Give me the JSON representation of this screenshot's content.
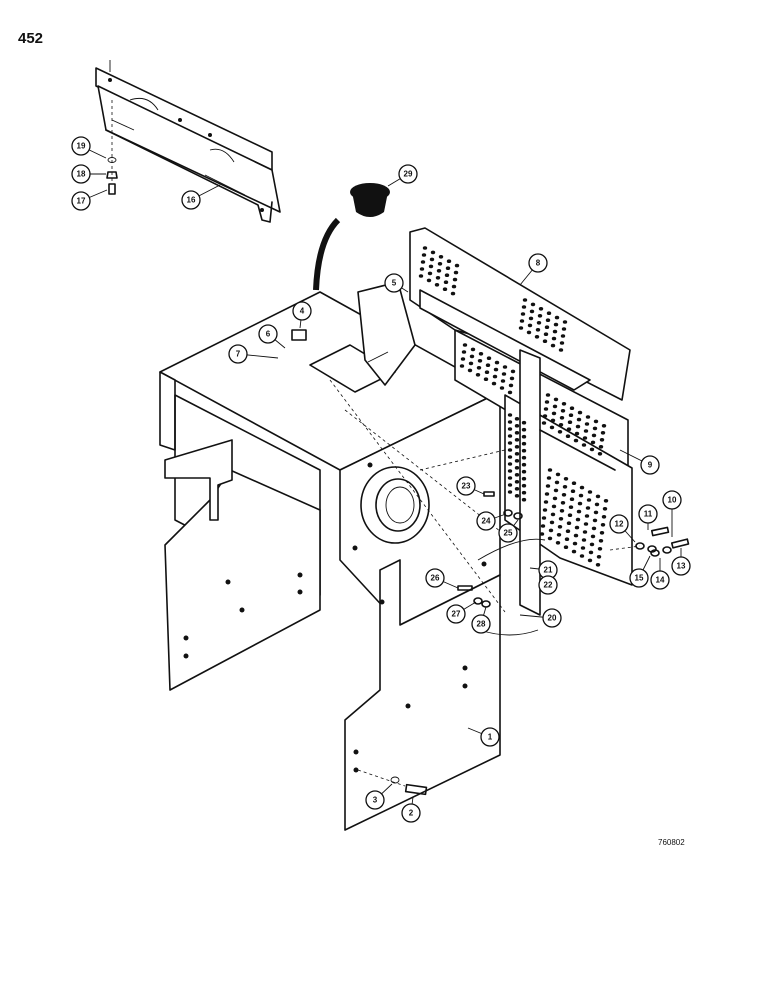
{
  "page_number": "452",
  "drawing_reference": "760802",
  "callouts": [
    {
      "id": "1",
      "label": "1"
    },
    {
      "id": "2",
      "label": "2"
    },
    {
      "id": "3",
      "label": "3"
    },
    {
      "id": "4",
      "label": "4"
    },
    {
      "id": "5",
      "label": "5"
    },
    {
      "id": "6",
      "label": "6"
    },
    {
      "id": "7",
      "label": "7"
    },
    {
      "id": "8",
      "label": "8"
    },
    {
      "id": "9",
      "label": "9"
    },
    {
      "id": "10",
      "label": "10"
    },
    {
      "id": "11",
      "label": "11"
    },
    {
      "id": "12",
      "label": "12"
    },
    {
      "id": "13",
      "label": "13"
    },
    {
      "id": "14",
      "label": "14"
    },
    {
      "id": "15",
      "label": "15"
    },
    {
      "id": "16",
      "label": "16"
    },
    {
      "id": "17",
      "label": "17"
    },
    {
      "id": "18",
      "label": "18"
    },
    {
      "id": "19",
      "label": "19"
    },
    {
      "id": "20",
      "label": "20"
    },
    {
      "id": "21",
      "label": "21"
    },
    {
      "id": "22",
      "label": "22"
    },
    {
      "id": "23",
      "label": "23"
    },
    {
      "id": "24",
      "label": "24"
    },
    {
      "id": "25",
      "label": "25"
    },
    {
      "id": "26",
      "label": "26"
    },
    {
      "id": "27",
      "label": "27"
    },
    {
      "id": "28",
      "label": "28"
    },
    {
      "id": "29",
      "label": "29"
    }
  ]
}
